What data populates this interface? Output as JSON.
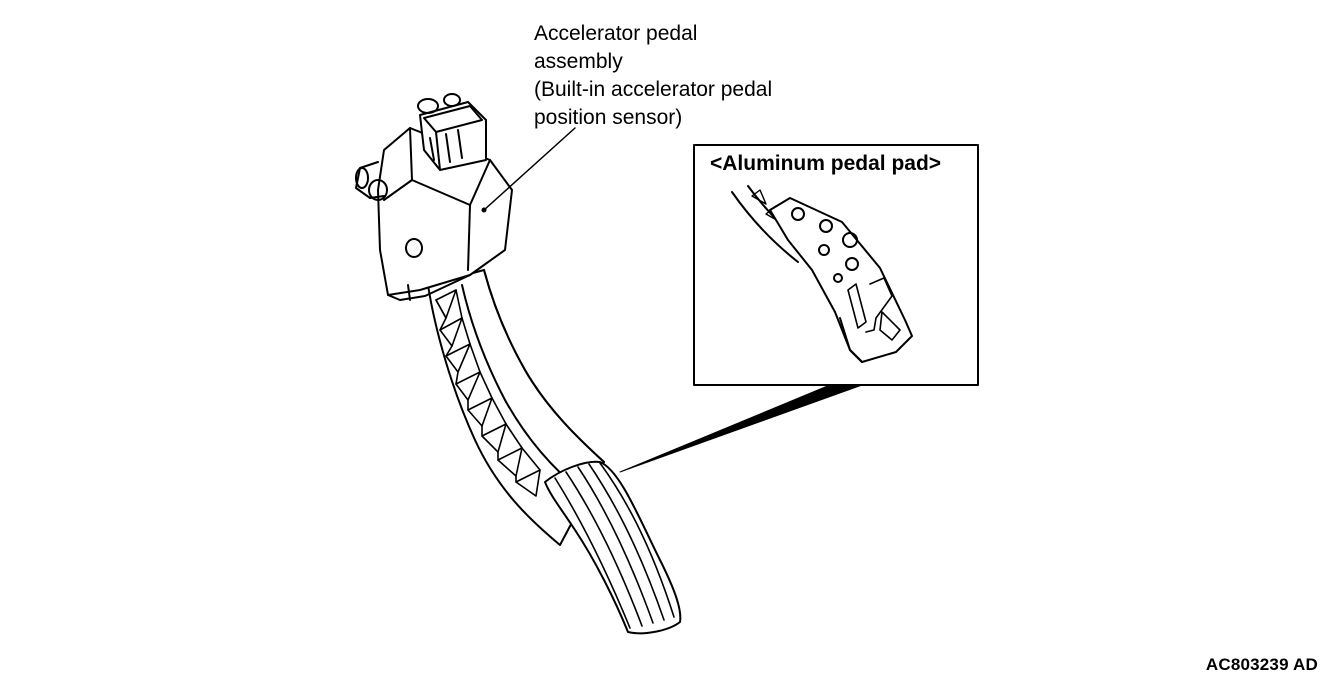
{
  "callout": {
    "line1": "Accelerator pedal",
    "line2": "assembly",
    "line3": "(Built-in accelerator pedal",
    "line4": "position sensor)"
  },
  "inset": {
    "title": "<Aluminum pedal pad>"
  },
  "figure_id": "AC803239 AD",
  "colors": {
    "line": "#000000",
    "background": "#ffffff"
  }
}
